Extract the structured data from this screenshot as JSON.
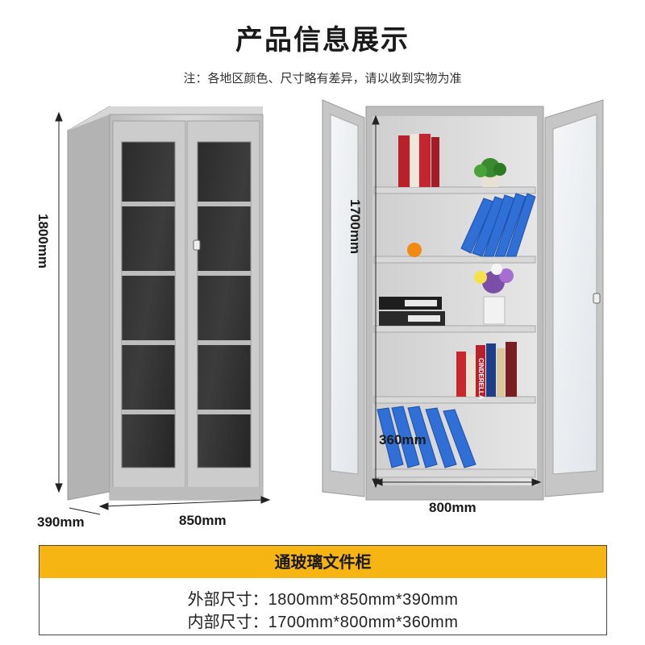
{
  "header": {
    "title": "产品信息展示",
    "note": "注：各地区颜色、尺寸略有差异，请以收到实物为准"
  },
  "left_cabinet": {
    "height_label": "1800mm",
    "depth_label": "390mm",
    "width_label": "850mm"
  },
  "right_cabinet": {
    "height_label": "1700mm",
    "depth_label": "360mm",
    "width_label": "800mm",
    "book_spine_text": "CINDERELLA"
  },
  "spec": {
    "title": "通玻璃文件柜",
    "rows": [
      {
        "label": "外部尺寸：",
        "value": "1800mm*850mm*390mm"
      },
      {
        "label": "内部尺寸：",
        "value": "1700mm*800mm*360mm"
      }
    ]
  },
  "colors": {
    "accent": "#f7b514",
    "cabinet": "#c8c8c8",
    "folder_blue": "#2f6fd6"
  }
}
